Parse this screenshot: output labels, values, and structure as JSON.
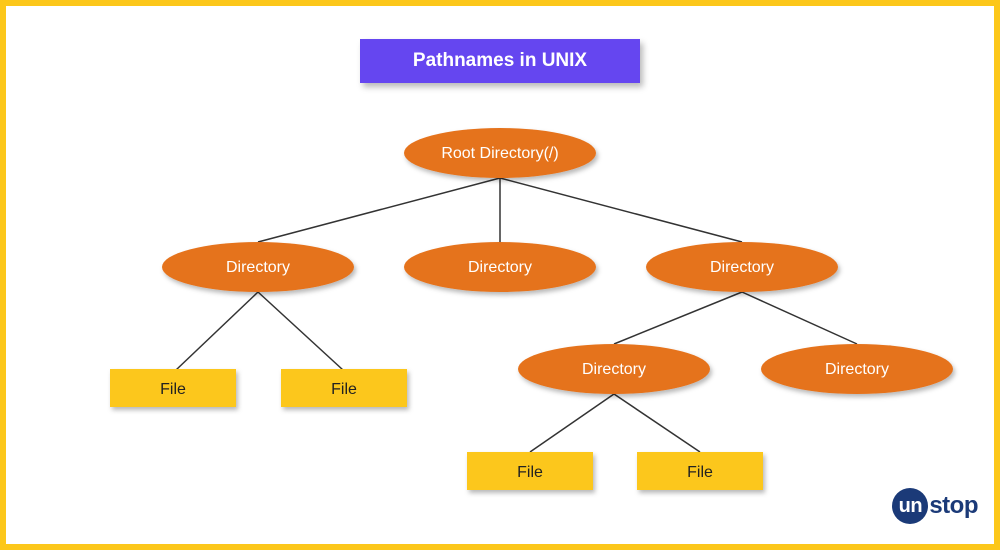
{
  "title": "Pathnames in UNIX",
  "colors": {
    "border": "#fcc71a",
    "title_bg": "#6546f0",
    "directory_node": "#e5731e",
    "file_node": "#fcc71a",
    "connector": "#333333",
    "logo": "#1b3a78"
  },
  "nodes": {
    "root": "Root Directory(/)",
    "dir_left": "Directory",
    "dir_middle": "Directory",
    "dir_right": "Directory",
    "dir_right_child_left": "Directory",
    "dir_right_child_right": "Directory",
    "file_left_1": "File",
    "file_left_2": "File",
    "file_right_1": "File",
    "file_right_2": "File"
  },
  "edges": [
    [
      "root",
      "dir_left"
    ],
    [
      "root",
      "dir_middle"
    ],
    [
      "root",
      "dir_right"
    ],
    [
      "dir_left",
      "file_left_1"
    ],
    [
      "dir_left",
      "file_left_2"
    ],
    [
      "dir_right",
      "dir_right_child_left"
    ],
    [
      "dir_right",
      "dir_right_child_right"
    ],
    [
      "dir_right_child_left",
      "file_right_1"
    ],
    [
      "dir_right_child_left",
      "file_right_2"
    ]
  ],
  "logo": {
    "circle_text": "un",
    "rest_text": "stop"
  }
}
